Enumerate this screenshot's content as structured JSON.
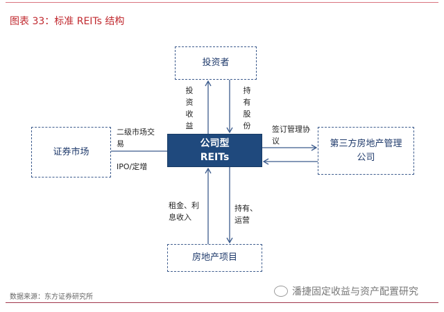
{
  "header": {
    "title": "图表 33：标准 REITs 结构"
  },
  "nodes": {
    "investors": "投资者",
    "securities_market": "证券市场",
    "core_line1": "公司型",
    "core_line2": "REITs",
    "third_party": "第三方房地产管理公司",
    "real_estate": "房地产项目"
  },
  "edges": {
    "investment_return": "投资收益",
    "holding_shares": "持有股份",
    "secondary_trading": "二级市场交易",
    "ipo": "IPO/定增",
    "management_agreement": "签订管理协议",
    "rent_interest": "租金、利息收入",
    "hold_operate": "持有、运营"
  },
  "footer": {
    "source": "数据来源：东方证券研究所",
    "watermark": "潘捷固定收益与资产配置研究"
  },
  "colors": {
    "accent": "#c0282e",
    "core": "#1f497d"
  }
}
